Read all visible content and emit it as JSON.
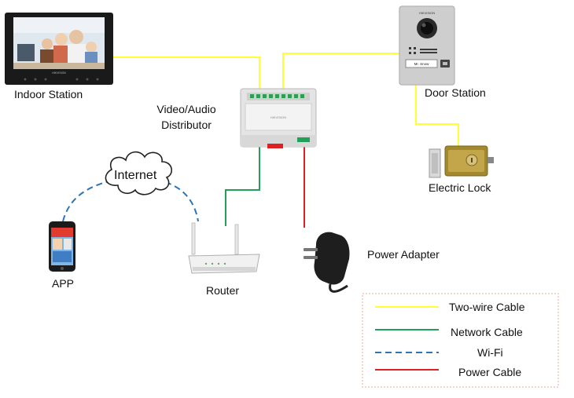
{
  "devices": {
    "indoor_station": {
      "label": "Indoor Station",
      "brand": "HIKVISION"
    },
    "door_station": {
      "label": "Door Station",
      "brand": "HIKVISION",
      "nameplate": "Mr. Snow"
    },
    "distributor": {
      "label_line1": "Video/Audio",
      "label_line2": "Distributor",
      "brand": "HIKVISION"
    },
    "electric_lock": {
      "label": "Electric Lock"
    },
    "internet": {
      "label": "Internet"
    },
    "app": {
      "label": "APP"
    },
    "router": {
      "label": "Router"
    },
    "power_adapter": {
      "label": "Power Adapter"
    }
  },
  "legend": {
    "items": [
      {
        "label": "Two-wire Cable",
        "color": "#ffff33",
        "style": "solid"
      },
      {
        "label": "Network Cable",
        "color": "#22a05a",
        "style": "solid"
      },
      {
        "label": "Wi-Fi",
        "color": "#2e75b6",
        "style": "dashed"
      },
      {
        "label": "Power Cable",
        "color": "#e02020",
        "style": "solid"
      }
    ]
  },
  "colors": {
    "two_wire": "#ffff33",
    "network": "#22a05a",
    "wifi": "#2e75b6",
    "power": "#e02020",
    "legend_border": "#e8a9a0"
  }
}
